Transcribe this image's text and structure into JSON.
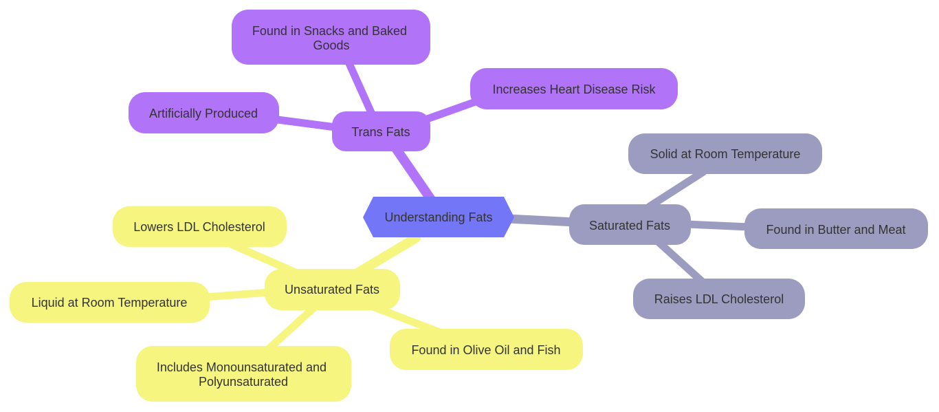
{
  "colors": {
    "root": "#7377f7",
    "trans": "#b173f7",
    "saturated": "#9c9cc0",
    "unsaturated": "#f5f580",
    "text": "#333333",
    "background": "#ffffff"
  },
  "root": {
    "label": "Understanding Fats"
  },
  "branches": {
    "trans": {
      "label": "Trans Fats",
      "children": [
        "Found in Snacks and Baked Goods",
        "Increases Heart Disease Risk",
        "Artificially Produced"
      ]
    },
    "saturated": {
      "label": "Saturated Fats",
      "children": [
        "Solid at Room Temperature",
        "Found in Butter and Meat",
        "Raises LDL Cholesterol"
      ]
    },
    "unsaturated": {
      "label": "Unsaturated Fats",
      "children": [
        "Lowers LDL Cholesterol",
        "Liquid at Room Temperature",
        "Includes Monounsaturated and Polyunsaturated",
        "Found in Olive Oil and Fish"
      ]
    }
  }
}
